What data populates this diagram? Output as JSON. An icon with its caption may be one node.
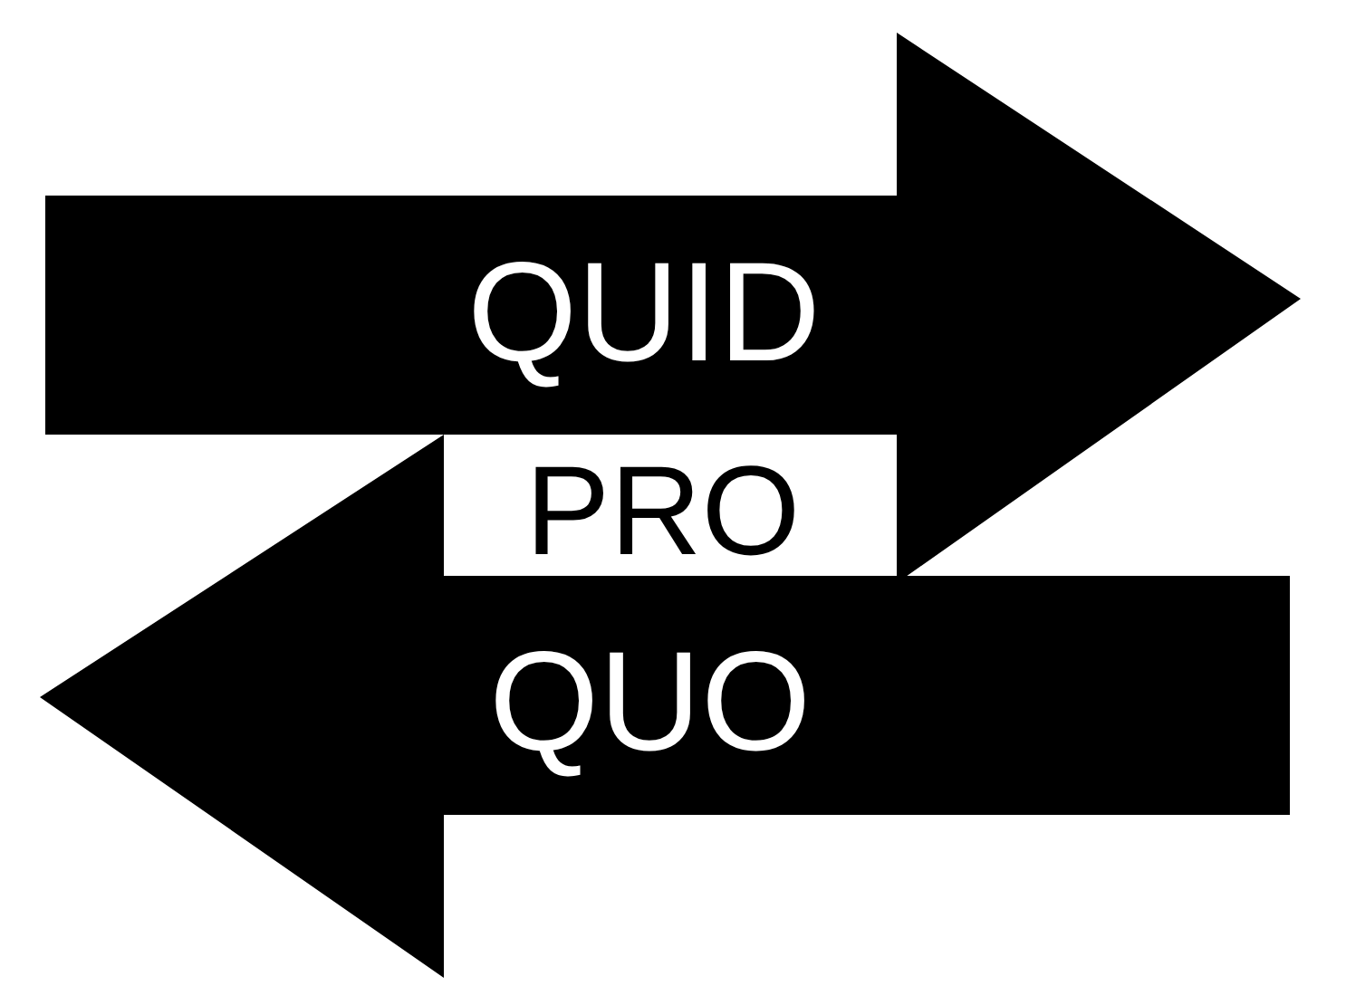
{
  "diagram": {
    "nodes": [
      {
        "text": [
          "QUID"
        ]
      },
      {
        "text": [
          "QUO"
        ]
      }
    ],
    "labels": [
      "PRO"
    ]
  }
}
